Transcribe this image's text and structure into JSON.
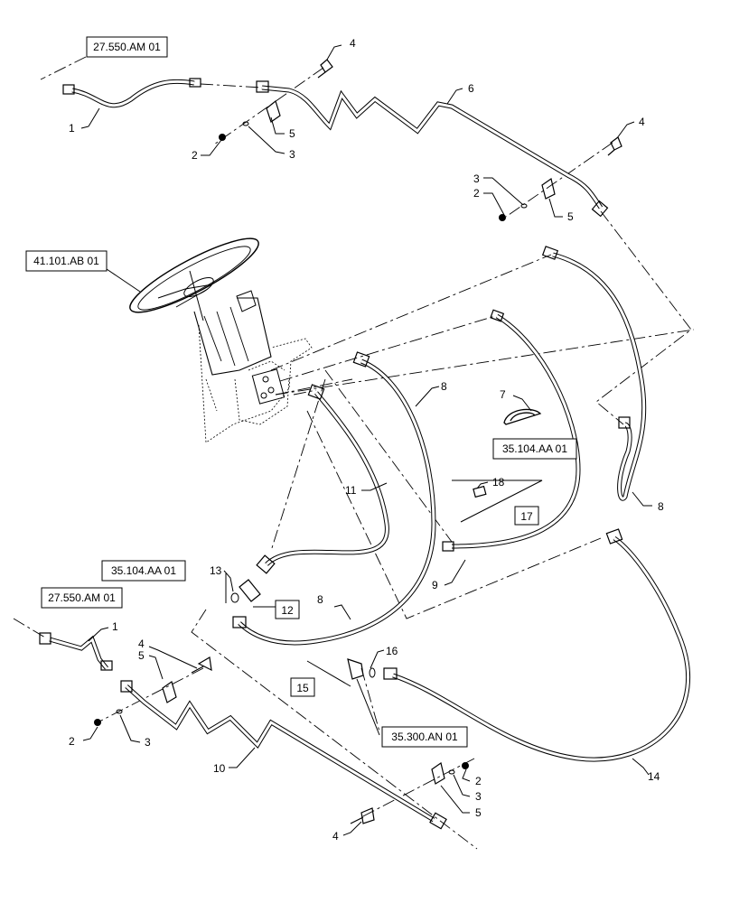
{
  "diagram": {
    "reference_boxes": [
      {
        "id": "ref_top_left",
        "text": "27.550.AM 01"
      },
      {
        "id": "ref_steer",
        "text": "41.101.AB 01"
      },
      {
        "id": "ref_mid_right",
        "text": "35.104.AA 01"
      },
      {
        "id": "ref_mid_left",
        "text": "35.104.AA 01"
      },
      {
        "id": "ref_bottom_left",
        "text": "27.550.AM 01"
      },
      {
        "id": "ref_bottom_mid",
        "text": "35.300.AN 01"
      }
    ],
    "boxed_numbers": [
      {
        "id": "box_12",
        "text": "12"
      },
      {
        "id": "box_15",
        "text": "15"
      },
      {
        "id": "box_17",
        "text": "17"
      }
    ],
    "callouts": [
      "1",
      "2",
      "3",
      "4",
      "5",
      "6",
      "2",
      "3",
      "4",
      "5",
      "8",
      "7",
      "11",
      "18",
      "8",
      "9",
      "13",
      "8",
      "1",
      "4",
      "5",
      "16",
      "2",
      "3",
      "10",
      "2",
      "3",
      "5",
      "4",
      "14"
    ]
  }
}
